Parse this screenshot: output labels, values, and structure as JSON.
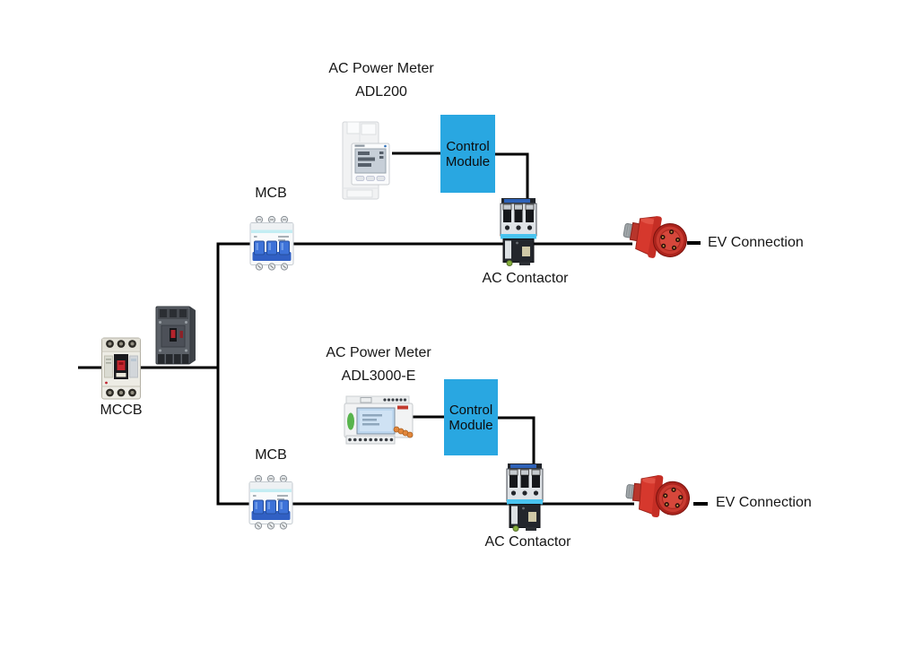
{
  "colors": {
    "background": "#ffffff",
    "wire": "#000000",
    "control_module_bg": "#29a7e1",
    "ev_plug_red": "#d6382d",
    "mcb_toggle_blue": "#3d72d8",
    "contactor_stripe_cyan": "#49c3ef",
    "adl3000_led_green": "#58b44d"
  },
  "icons": [
    "mccb-device-icon",
    "mccb-3d-device-icon",
    "mcb-device-icon",
    "adl200-meter-icon",
    "adl3000e-meter-icon",
    "ac-contactor-icon",
    "ev-plug-icon"
  ],
  "input_section": {
    "mccb_label": "MCCB"
  },
  "branches": {
    "top": {
      "meter_label_line1": "AC Power Meter",
      "meter_label_line2": "ADL200",
      "mcb_label": "MCB",
      "control_module_line1": "Control",
      "control_module_line2": "Module",
      "contactor_label": "AC Contactor",
      "ev_label": "EV Connection"
    },
    "bottom": {
      "meter_label_line1": "AC Power Meter",
      "meter_label_line2": "ADL3000-E",
      "mcb_label": "MCB",
      "control_module_line1": "Control",
      "control_module_line2": "Module",
      "contactor_label": "AC Contactor",
      "ev_label": "EV Connection"
    }
  }
}
